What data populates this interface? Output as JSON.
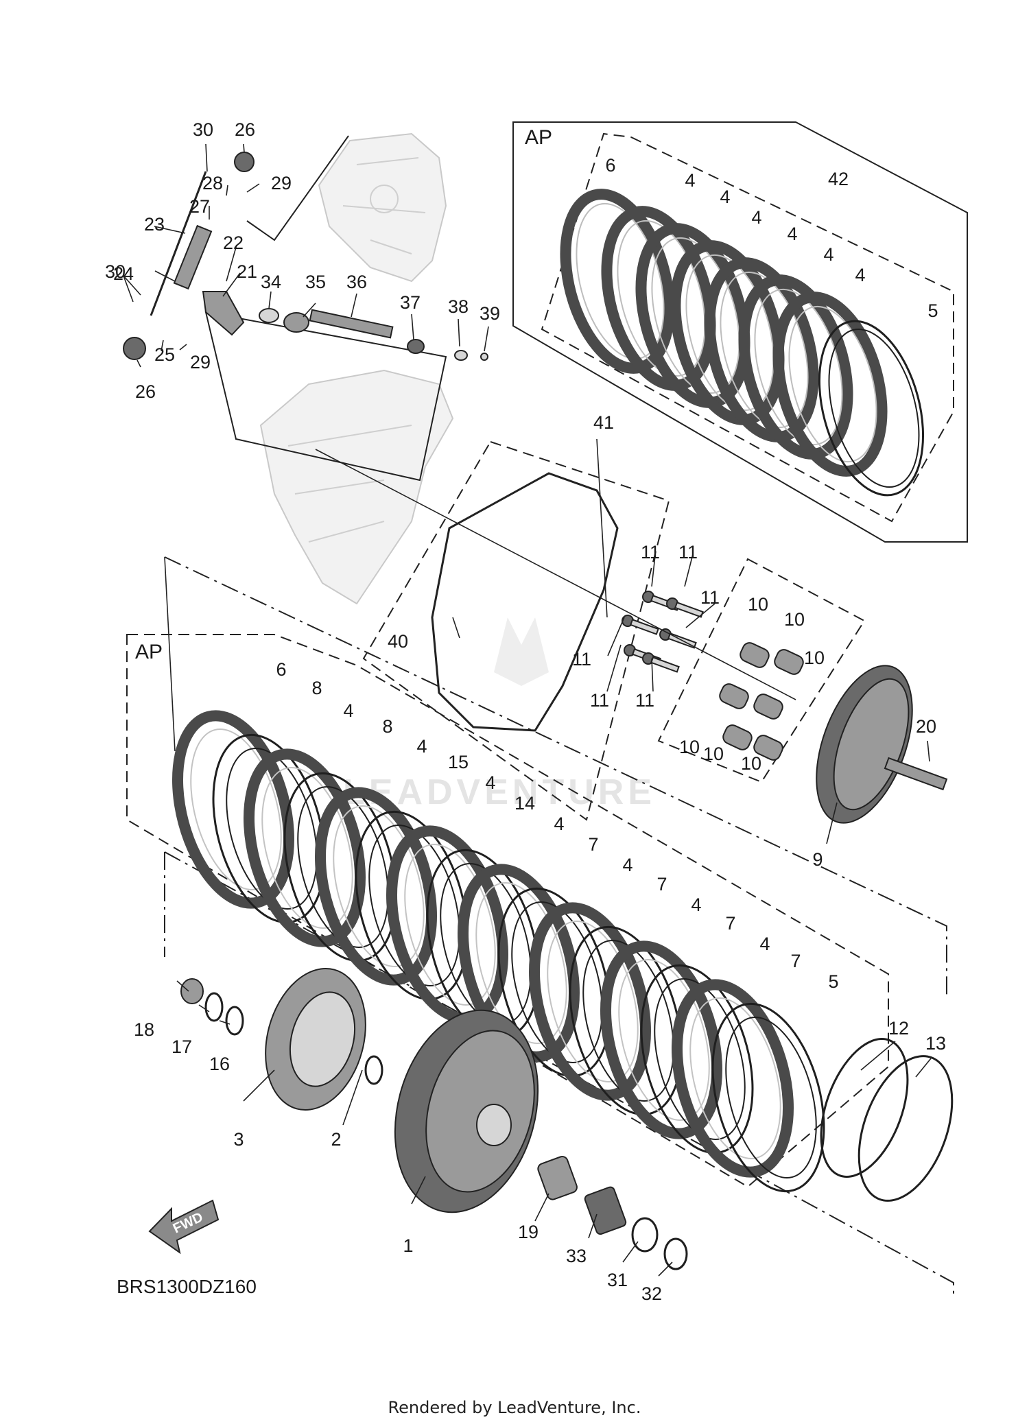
{
  "diagram_code": "BRS1300DZ160",
  "footer": "Rendered by LeadVenture, Inc.",
  "watermark": "LEADVENTURE",
  "fwd_label": "FWD",
  "groups": {
    "ap_top": "AP",
    "ap_bottom": "AP"
  },
  "callouts": [
    {
      "id": "c30a",
      "label": "30"
    },
    {
      "id": "c26a",
      "label": "26"
    },
    {
      "id": "c28",
      "label": "28"
    },
    {
      "id": "c29a",
      "label": "29"
    },
    {
      "id": "c27",
      "label": "27"
    },
    {
      "id": "c23",
      "label": "23"
    },
    {
      "id": "c22",
      "label": "22"
    },
    {
      "id": "c24",
      "label": "24"
    },
    {
      "id": "c21",
      "label": "21"
    },
    {
      "id": "c34",
      "label": "34"
    },
    {
      "id": "c35",
      "label": "35"
    },
    {
      "id": "c36",
      "label": "36"
    },
    {
      "id": "c37",
      "label": "37"
    },
    {
      "id": "c38",
      "label": "38"
    },
    {
      "id": "c39",
      "label": "39"
    },
    {
      "id": "c30b",
      "label": "30"
    },
    {
      "id": "c25",
      "label": "25"
    },
    {
      "id": "c29b",
      "label": "29"
    },
    {
      "id": "c26b",
      "label": "26"
    },
    {
      "id": "t6",
      "label": "6"
    },
    {
      "id": "t4a",
      "label": "4"
    },
    {
      "id": "t4b",
      "label": "4"
    },
    {
      "id": "t4c",
      "label": "4"
    },
    {
      "id": "t4d",
      "label": "4"
    },
    {
      "id": "t4e",
      "label": "4"
    },
    {
      "id": "t4f",
      "label": "4"
    },
    {
      "id": "t42",
      "label": "42"
    },
    {
      "id": "t5",
      "label": "5"
    },
    {
      "id": "c41",
      "label": "41"
    },
    {
      "id": "c40",
      "label": "40"
    },
    {
      "id": "c11a",
      "label": "11"
    },
    {
      "id": "c11b",
      "label": "11"
    },
    {
      "id": "c11c",
      "label": "11"
    },
    {
      "id": "c11d",
      "label": "11"
    },
    {
      "id": "c11e",
      "label": "11"
    },
    {
      "id": "c11f",
      "label": "11"
    },
    {
      "id": "c10a",
      "label": "10"
    },
    {
      "id": "c10b",
      "label": "10"
    },
    {
      "id": "c10c",
      "label": "10"
    },
    {
      "id": "c10d",
      "label": "10"
    },
    {
      "id": "c10e",
      "label": "10"
    },
    {
      "id": "c10f",
      "label": "10"
    },
    {
      "id": "c20",
      "label": "20"
    },
    {
      "id": "c9",
      "label": "9"
    },
    {
      "id": "b6",
      "label": "6"
    },
    {
      "id": "b8a",
      "label": "8"
    },
    {
      "id": "b4a",
      "label": "4"
    },
    {
      "id": "b8b",
      "label": "8"
    },
    {
      "id": "b4b",
      "label": "4"
    },
    {
      "id": "b15",
      "label": "15"
    },
    {
      "id": "b4c",
      "label": "4"
    },
    {
      "id": "b14",
      "label": "14"
    },
    {
      "id": "b4d",
      "label": "4"
    },
    {
      "id": "b7a",
      "label": "7"
    },
    {
      "id": "b4e",
      "label": "4"
    },
    {
      "id": "b7b",
      "label": "7"
    },
    {
      "id": "b4f",
      "label": "4"
    },
    {
      "id": "b7c",
      "label": "7"
    },
    {
      "id": "b4g",
      "label": "4"
    },
    {
      "id": "b7d",
      "label": "7"
    },
    {
      "id": "b5",
      "label": "5"
    },
    {
      "id": "c12",
      "label": "12"
    },
    {
      "id": "c13",
      "label": "13"
    },
    {
      "id": "c18",
      "label": "18"
    },
    {
      "id": "c17",
      "label": "17"
    },
    {
      "id": "c16",
      "label": "16"
    },
    {
      "id": "c3",
      "label": "3"
    },
    {
      "id": "c2",
      "label": "2"
    },
    {
      "id": "c1",
      "label": "1"
    },
    {
      "id": "c19",
      "label": "19"
    },
    {
      "id": "c33",
      "label": "33"
    },
    {
      "id": "c31",
      "label": "31"
    },
    {
      "id": "c32",
      "label": "32"
    }
  ]
}
